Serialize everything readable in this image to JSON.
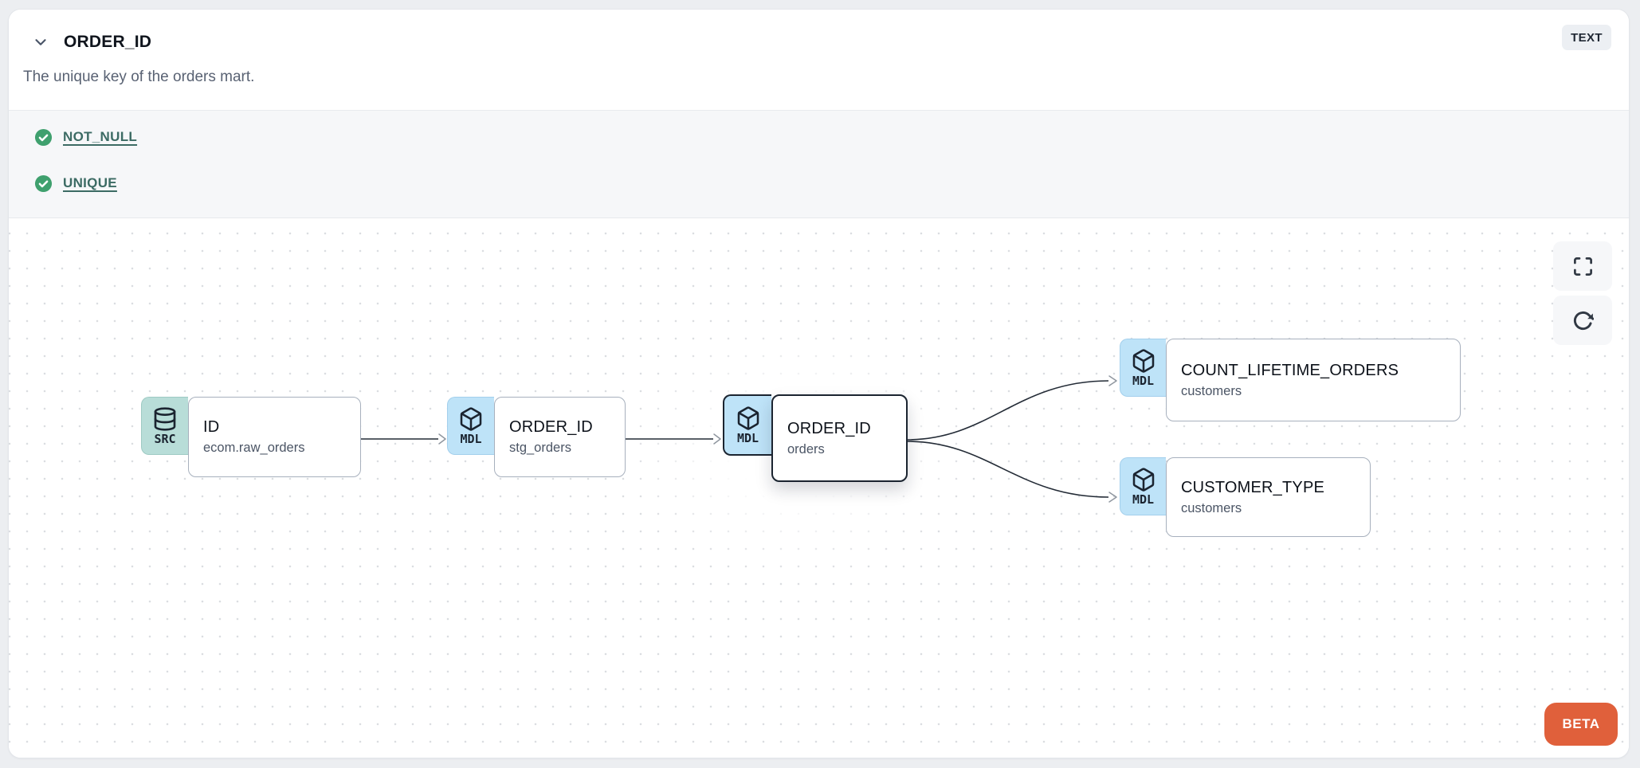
{
  "header": {
    "title": "ORDER_ID",
    "type_badge": "TEXT",
    "description": "The unique key of the orders mart."
  },
  "tests": [
    {
      "label": "NOT_NULL",
      "status": "pass"
    },
    {
      "label": "UNIQUE",
      "status": "pass"
    }
  ],
  "lineage": {
    "nodes": [
      {
        "badge": "SRC",
        "icon": "database-icon",
        "title": "ID",
        "subtitle": "ecom.raw_orders",
        "selected": false
      },
      {
        "badge": "MDL",
        "icon": "cube-icon",
        "title": "ORDER_ID",
        "subtitle": "stg_orders",
        "selected": false
      },
      {
        "badge": "MDL",
        "icon": "cube-icon",
        "title": "ORDER_ID",
        "subtitle": "orders",
        "selected": true
      },
      {
        "badge": "MDL",
        "icon": "cube-icon",
        "title": "COUNT_LIFETIME_ORDERS",
        "subtitle": "customers",
        "selected": false
      },
      {
        "badge": "MDL",
        "icon": "cube-icon",
        "title": "CUSTOMER_TYPE",
        "subtitle": "customers",
        "selected": false
      }
    ],
    "controls": {
      "fullscreen": "maximize-icon",
      "refresh": "rotate-cw-icon"
    },
    "beta_label": "BETA"
  },
  "colors": {
    "src_badge": "#b8ddd8",
    "mdl_badge": "#bee3f8",
    "check_green": "#3fa06e",
    "test_link_teal": "#3c6b64",
    "beta_orange": "#e0603b",
    "node_border_dark": "#1b2430"
  }
}
